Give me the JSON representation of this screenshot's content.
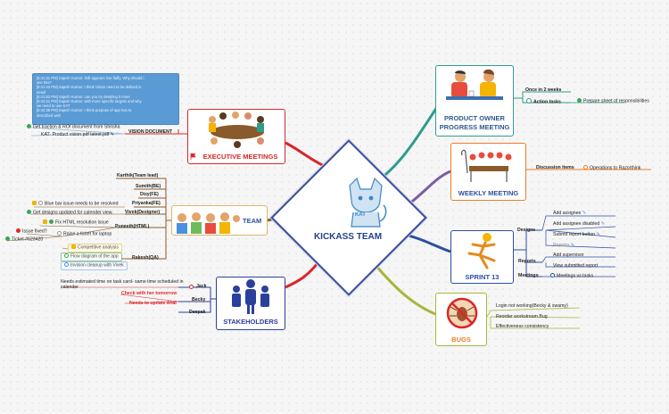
{
  "center": {
    "title": "KICKASS TEAM",
    "logo_text": "KAT"
  },
  "colors": {
    "center_border": "#3b4c9a",
    "executive": "#d9262b",
    "product_owner": "#2e9c8c",
    "weekly": "#ee7c23",
    "sprint": "#2b4fa0",
    "bugs": "#a8b63a",
    "team": "#8a5a2b",
    "stakeholders": "#2b3f9c",
    "note_bg": "#5b9bd5"
  },
  "executive": {
    "title": "EXECUTIVE MEETINGS",
    "flag_icon": "red-flag",
    "note_lines": [
      "[6:41:31 PM] Sajesh Kumar: Still appears has flaffy. Why should i",
      "see this?",
      "[6:41:43 PM] Sajesh Kumar: I think Vision need to be defined in",
      "detail",
      "[6:41:53 PM] Sajesh Kumar: can you try detailing it more",
      "[6:42:21 PM] Sajesh Kumar: with more specific targets and why",
      "we need to use KAT",
      "[6:42:38 PM] Sajesh Kumar: I think purpose of app has to",
      "described well"
    ],
    "vision_label": "VISION DOCUMENT",
    "items": [
      "Get traction & ROI document from Shrisha",
      "KAT- Product vision.pdf latest.pdf"
    ]
  },
  "product_owner": {
    "title_line1": "PRODUCT OWNER",
    "title_line2": "PROGRESS MEETING",
    "frequency": "Once in 2 weeks",
    "action_label": "Action tasks",
    "action_item": "Prepare sheet of responsibilities"
  },
  "weekly": {
    "title": "WEEKLY MEETING",
    "topic_label": "Discussion items",
    "topic_item": "Operations to Razorthink"
  },
  "sprint": {
    "title": "SPRINT 13",
    "designs_label": "Designs",
    "designs": [
      "Add assignee",
      "Add assignee disabled",
      "Submit report button",
      "Reports"
    ],
    "reports_label": "Reports",
    "reports": [
      "Add supervisor",
      "View submitted report"
    ],
    "meetings_label": "Meetings",
    "meetings_item": "Meetings vs tasks"
  },
  "bugs": {
    "title": "BUGS",
    "items": [
      "Login not working(Becky & swamy)",
      "Reorder workstream Bug",
      "Effectiveness consistency"
    ]
  },
  "team": {
    "title": "TEAM",
    "members": [
      "Karthik(Team lead)",
      "Sumith(BE)",
      "Dizy(FE)",
      "Priyanka(FE)",
      "Vivek(Designer)",
      "Puneeth(HTML)",
      "Rakesh(QA)"
    ],
    "priyanka_task": "Blue bar issue needs to be resolved",
    "vivek_task": "Get designs updated for calender view.",
    "puneeth_tasks": [
      "Fix HTML resolution issue",
      "Raise a ticket for laptop"
    ],
    "issue_label": "Issue fixed?",
    "ticket_label": "Ticket #623420",
    "rakesh_tasks": [
      "Competitive analysis",
      "Flow diagram of the app",
      "Invision cleanup with Vivek"
    ]
  },
  "stakeholders": {
    "title": "STAKEHOLDERS",
    "jack_label": "Jack",
    "jack_note": "Needs estimated time on task card- same time scheduled in",
    "jack_note2": "calender",
    "becky_label": "Becky",
    "becky_items": [
      "Check with her tomorrow",
      "Needs to update Ahal"
    ],
    "deepak_label": "Deepak"
  }
}
